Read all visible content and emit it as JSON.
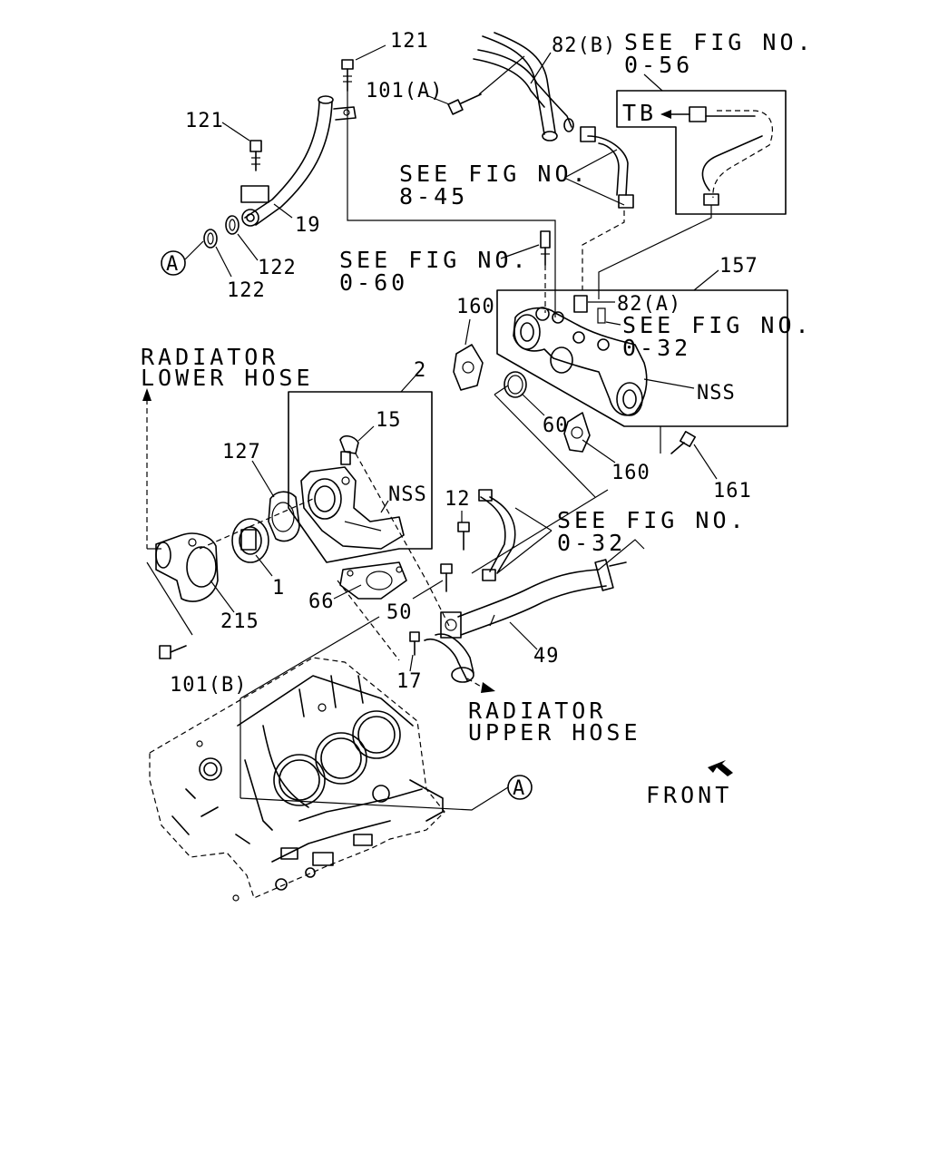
{
  "callouts": {
    "p121_top": "121",
    "p121_left": "121",
    "p82b": "82(B)",
    "p101a": "101(A)",
    "p19": "19",
    "p122_a": "122",
    "p122_b": "122",
    "p157": "157",
    "p82a": "82(A)",
    "p160_top": "160",
    "p160_bot": "160",
    "p60": "60",
    "p161": "161",
    "p2": "2",
    "p15": "15",
    "p127": "127",
    "nss_mid": "NSS",
    "nss_right": "NSS",
    "p12": "12",
    "p1": "1",
    "p66": "66",
    "p50": "50",
    "p215": "215",
    "p49": "49",
    "p17": "17",
    "p101b": "101(B)",
    "tb": "TB",
    "circle_a_top": "A",
    "circle_a_bottom": "A"
  },
  "references": {
    "fig_056_l1": "SEE FIG NO.",
    "fig_056_l2": "0-56",
    "fig_845_l1": "SEE FIG NO.",
    "fig_845_l2": "8-45",
    "fig_060_l1": "SEE FIG NO.",
    "fig_060_l2": "0-60",
    "fig_032a_l1": "SEE FIG NO.",
    "fig_032a_l2": "0-32",
    "fig_032b_l1": "SEE FIG NO.",
    "fig_032b_l2": "0-32"
  },
  "notes": {
    "rad_lower_l1": "RADIATOR",
    "rad_lower_l2": "LOWER HOSE",
    "rad_upper_l1": "RADIATOR",
    "rad_upper_l2": "UPPER HOSE",
    "front": "FRONT"
  }
}
